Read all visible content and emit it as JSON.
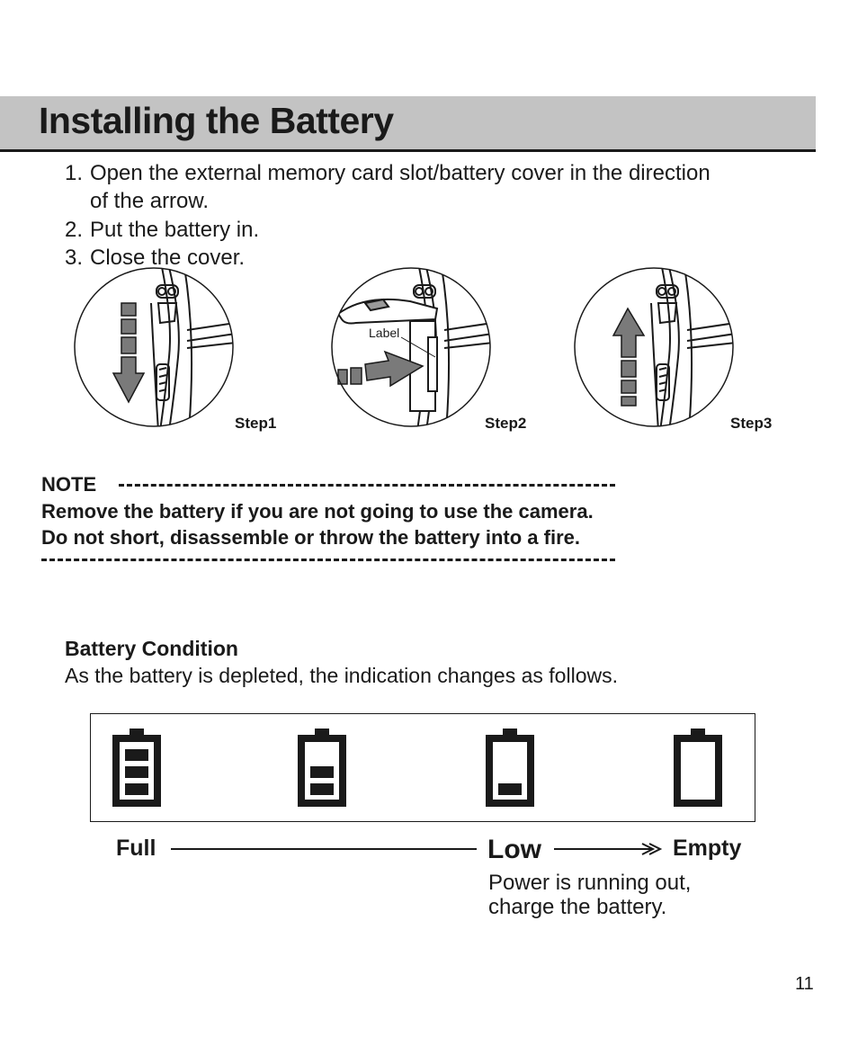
{
  "header": {
    "title": "Installing the Battery"
  },
  "steps": [
    {
      "number": "1.",
      "lines": [
        "Open the external memory card slot/battery cover in the direction",
        "of the arrow."
      ]
    },
    {
      "number": "2.",
      "lines": [
        "Put the battery in."
      ]
    },
    {
      "number": "3.",
      "lines": [
        "Close the cover."
      ]
    }
  ],
  "illustrations": {
    "step1_label": "Step1",
    "step2_label": "Step2",
    "step3_label": "Step3",
    "callout_label": "Label"
  },
  "note": {
    "heading": "NOTE",
    "lines": [
      "Remove the battery if you are not going to use the camera.",
      "Do not short, disassemble or throw the battery into a fire."
    ]
  },
  "battery_condition": {
    "title": "Battery Condition",
    "description": "As the battery is depleted, the indication changes as follows.",
    "levels": [
      {
        "bars": 3
      },
      {
        "bars": 2
      },
      {
        "bars": 1
      },
      {
        "bars": 0
      }
    ],
    "labels": {
      "full": "Full",
      "low": "Low",
      "empty": "Empty"
    },
    "low_description": "Power is running out, charge the battery."
  },
  "page": {
    "number": "11"
  }
}
